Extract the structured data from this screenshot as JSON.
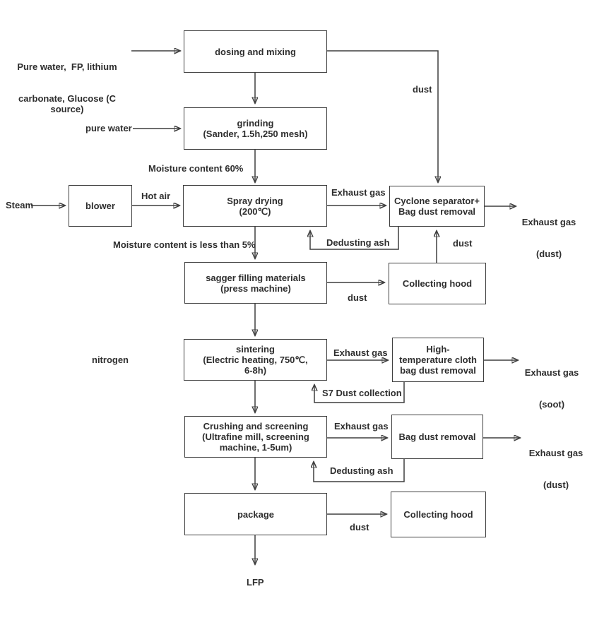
{
  "title": "LFP production process flow diagram",
  "colors": {
    "line": "#3f3f3f",
    "text": "#2e2e2e",
    "box_fill": "#ffffff",
    "background": "#ffffff"
  },
  "nodes": {
    "dosing": "dosing and mixing",
    "grinding": [
      "grinding",
      "(Sander, 1.5h,250 mesh)"
    ],
    "blower": "blower",
    "spray": [
      "Spray drying",
      "(200℃)"
    ],
    "cyclone": [
      "Cyclone separator+",
      "Bag dust removal"
    ],
    "sagger": [
      "sagger filling materials",
      "(press machine)"
    ],
    "hood1": "Collecting hood",
    "sintering": [
      "sintering",
      "(Electric heating, 750℃,",
      "6-8h)"
    ],
    "hightemp": [
      "High-",
      "temperature cloth",
      "bag dust removal"
    ],
    "crushing": [
      "Crushing and screening",
      "(Ultrafine mill, screening",
      "machine, 1-5um)"
    ],
    "bagdust": "Bag dust removal",
    "package": "package",
    "hood2": "Collecting hood"
  },
  "labels": {
    "input1": "Pure water,  FP, lithium",
    "input2": "carbonate, Glucose (C source)",
    "pure_water": "pure water",
    "moisture60": "Moisture content 60%",
    "steam": "Steam",
    "hot_air": "Hot air",
    "dust_dosing": "dust",
    "exhaust_spray": "Exhaust gas",
    "exhaust_dust1": [
      "Exhaust gas",
      "(dust)"
    ],
    "dedusting1": "Dedusting ash",
    "dust_hood1": "dust",
    "moisture5": "Moisture content is less than 5%",
    "dust_sagger": "dust",
    "nitrogen": "nitrogen",
    "exhaust_sinter": "Exhaust gas",
    "exhaust_soot": [
      "Exhaust gas",
      "(soot)"
    ],
    "s7": "S7 Dust collection",
    "exhaust_crush": "Exhaust gas",
    "exhaust_dust2": [
      "Exhaust gas",
      "(dust)"
    ],
    "dedusting2": "Dedusting ash",
    "dust_package": "dust",
    "lfp": "LFP"
  }
}
